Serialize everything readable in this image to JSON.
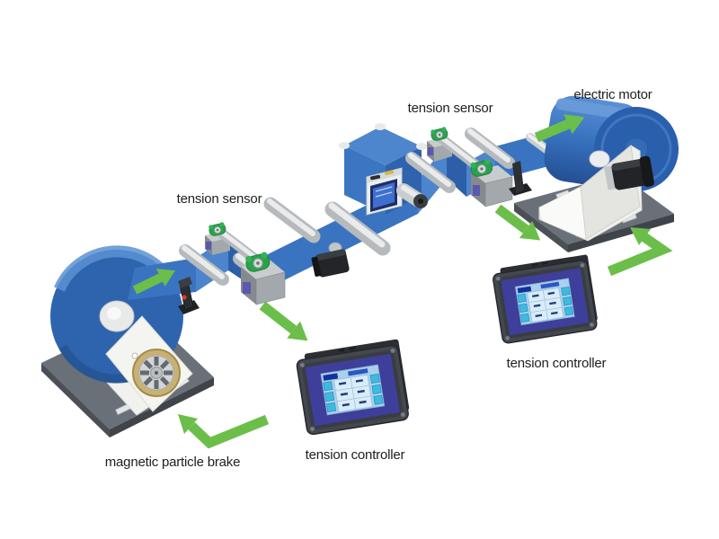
{
  "diagram": {
    "type": "technical-illustration",
    "subject": "closed-loop web tension control system",
    "background": "#ffffff"
  },
  "labels": {
    "tension_sensor_left": "tension sensor",
    "tension_sensor_right": "tension sensor",
    "electric_motor": "electric motor",
    "magnetic_particle_brake": "magnetic particle brake",
    "tension_controller_center": "tension controller",
    "tension_controller_right": "tension controller"
  },
  "arrows": [
    {
      "id": "web-direction-unwind",
      "meaning": "web travel direction near unwind roll",
      "direction": "up-right"
    },
    {
      "id": "web-direction-wind",
      "meaning": "web travel direction on wind roll",
      "direction": "up-right"
    },
    {
      "id": "sensor1-to-controller1",
      "meaning": "signal from left tension sensor to center tension controller",
      "direction": "down-right"
    },
    {
      "id": "sensor2-to-controller2",
      "meaning": "signal from right tension sensor to right tension controller",
      "direction": "down-right"
    },
    {
      "id": "controller1-to-brake",
      "meaning": "control output from center controller to magnetic particle brake",
      "direction": "bent up-left"
    },
    {
      "id": "controller2-to-motor",
      "meaning": "control output from right controller to electric motor",
      "direction": "bent up-left"
    }
  ],
  "colors": {
    "web_blue": "#3a74c1",
    "web_blue_light": "#4c85cd",
    "web_blue_dark": "#2d5fa9",
    "roll_blue": "#2e64ae",
    "arrow_green": "#6cbe4a",
    "base_plate_gray": "#6a7077",
    "stand_white": "#f1f1ee",
    "roller_silver": "#b6babd",
    "bearing_green": "#2ba14c",
    "loadcell_gray": "#a3a8ac",
    "loadcell_purple": "#5b58b0",
    "brake_disc_gold": "#c9b173",
    "motor_black": "#232528",
    "controller_bezel": "#44484e",
    "controller_screen_purple": "#3e3f9b",
    "controller_panel_blue": "#abd0ec",
    "controller_button_cyan": "#3fb9e0",
    "label_text": "#1e1e1c"
  }
}
